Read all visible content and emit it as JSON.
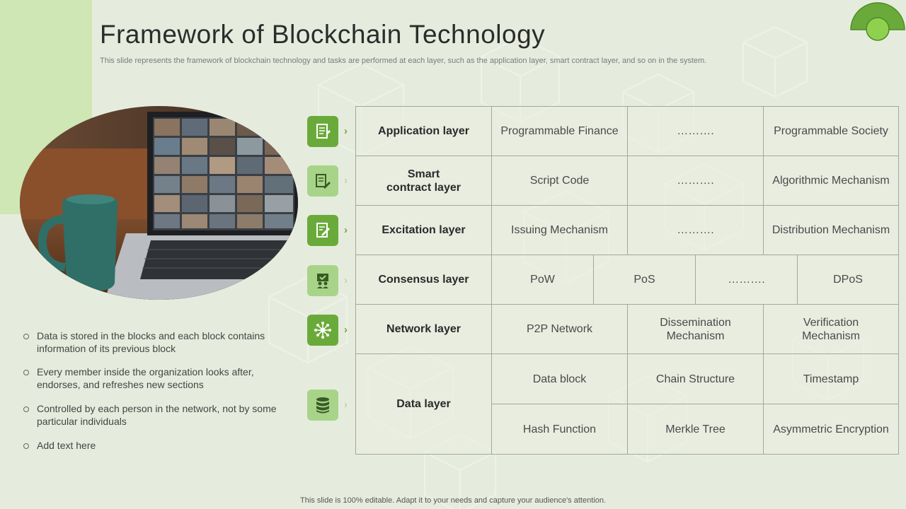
{
  "slide": {
    "title": "Framework of Blockchain Technology",
    "subtitle": "This slide represents the framework of blockchain technology and tasks are performed at each layer,  such as the application layer,  smart contract layer,  and so on in the system.",
    "footer": "This slide is 100% editable. Adapt it to your needs and capture your audience's attention."
  },
  "bullets": [
    "Data is stored in the blocks and each block contains information of its previous block",
    "Every member inside the organization looks after, endorses, and refreshes new sections",
    "Controlled by each person in the network, not by some particular individuals",
    "Add text here"
  ],
  "layers": [
    {
      "name": "Application layer",
      "icon": "document-icon",
      "cells": [
        "Programmable Finance",
        "……….",
        "Programmable Society"
      ]
    },
    {
      "name": "Smart\ncontract layer",
      "icon": "contract-icon",
      "cells": [
        "Script Code",
        "……….",
        "Algorithmic Mechanism"
      ]
    },
    {
      "name": "Excitation layer",
      "icon": "certificate-icon",
      "cells": [
        "Issuing Mechanism",
        "……….",
        "Distribution Mechanism"
      ]
    },
    {
      "name": "Consensus layer",
      "icon": "consensus-icon",
      "cells": [
        "PoW",
        "PoS",
        "……….",
        "DPoS"
      ]
    },
    {
      "name": "Network layer",
      "icon": "network-icon",
      "cells": [
        "P2P Network",
        "Dissemination Mechanism",
        "Verification Mechanism"
      ]
    },
    {
      "name": "Data layer",
      "icon": "database-icon",
      "cells": [
        "Data block",
        "Chain Structure",
        "Timestamp",
        "Hash Function",
        "Merkle Tree",
        "Asymmetric Encryption"
      ]
    }
  ],
  "colors": {
    "accent_green": "#6aaa3a",
    "light_green": "#a8d48a",
    "background": "#e6ecdd",
    "panel_green": "#cfe6b5"
  }
}
